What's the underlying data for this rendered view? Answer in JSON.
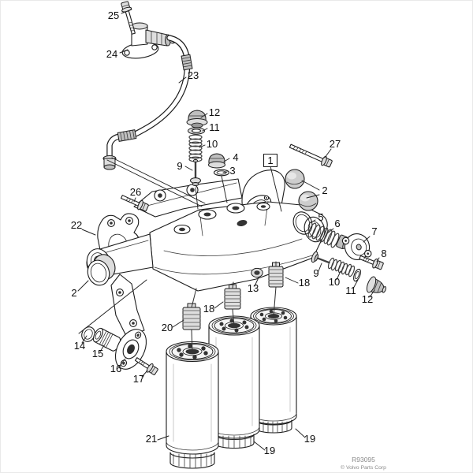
{
  "figure": {
    "code": "R93095",
    "copyright": "© Volvo Parts Corp",
    "colors": {
      "paper": "#ffffff",
      "ink": "#1c1c1c",
      "shade_light": "#dedede",
      "shade_mid": "#bfbfbf",
      "caption_gray": "#8a8a8a"
    }
  },
  "callouts": [
    {
      "label": "25",
      "boxed": false
    },
    {
      "label": "24",
      "boxed": false
    },
    {
      "label": "23",
      "boxed": false
    },
    {
      "label": "12",
      "boxed": false
    },
    {
      "label": "11",
      "boxed": false
    },
    {
      "label": "10",
      "boxed": false
    },
    {
      "label": "9",
      "boxed": false
    },
    {
      "label": "4",
      "boxed": false
    },
    {
      "label": "3",
      "boxed": false
    },
    {
      "label": "1",
      "boxed": true
    },
    {
      "label": "27",
      "boxed": false
    },
    {
      "label": "2",
      "boxed": false
    },
    {
      "label": "5",
      "boxed": false
    },
    {
      "label": "6",
      "boxed": false
    },
    {
      "label": "7",
      "boxed": false
    },
    {
      "label": "8",
      "boxed": false
    },
    {
      "label": "9",
      "boxed": false
    },
    {
      "label": "10",
      "boxed": false
    },
    {
      "label": "11",
      "boxed": false
    },
    {
      "label": "12",
      "boxed": false
    },
    {
      "label": "26",
      "boxed": false
    },
    {
      "label": "22",
      "boxed": false
    },
    {
      "label": "2",
      "boxed": false
    },
    {
      "label": "13",
      "boxed": false
    },
    {
      "label": "18",
      "boxed": false
    },
    {
      "label": "18",
      "boxed": false
    },
    {
      "label": "20",
      "boxed": false
    },
    {
      "label": "14",
      "boxed": false
    },
    {
      "label": "15",
      "boxed": false
    },
    {
      "label": "16",
      "boxed": false
    },
    {
      "label": "17",
      "boxed": false
    },
    {
      "label": "21",
      "boxed": false
    },
    {
      "label": "19",
      "boxed": false
    },
    {
      "label": "19",
      "boxed": false
    }
  ]
}
